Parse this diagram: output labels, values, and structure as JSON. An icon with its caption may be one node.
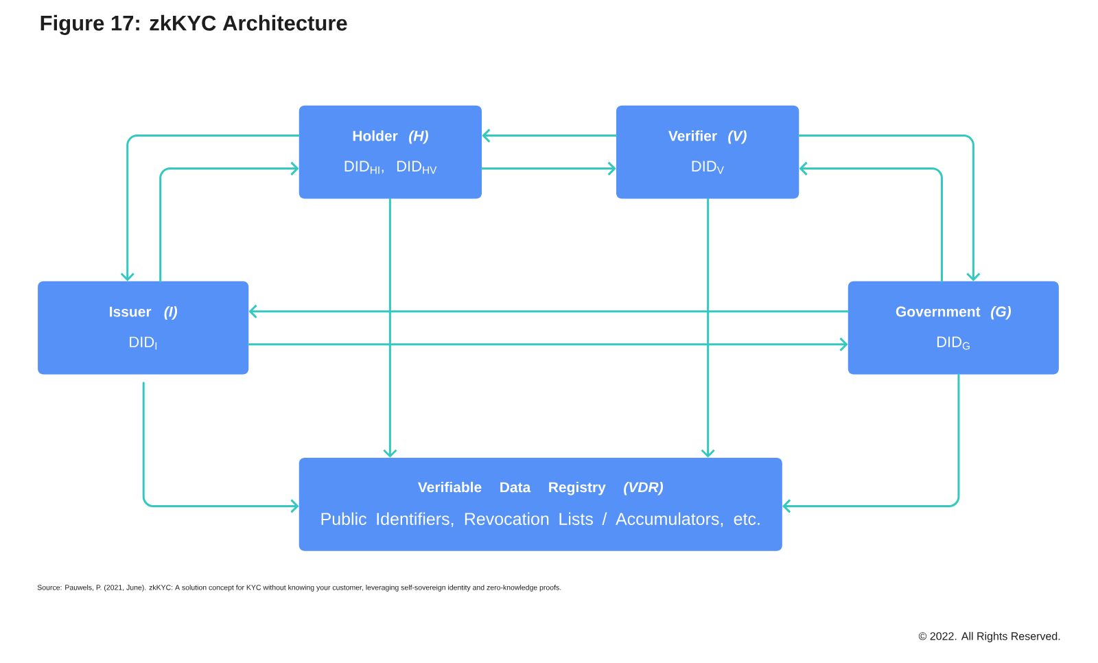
{
  "diagram": {
    "title": "Figure 17: zkKYC Architecture",
    "nodes": [
      {
        "text": [
          "Holder *(H)*",
          "DID$_{HI}$, DID$_{HV}$"
        ]
      },
      {
        "text": [
          "Verifier *(V)*",
          "DID$_{V}$"
        ]
      },
      {
        "text": [
          "Issuer *(I)*",
          "DID$_{I}$"
        ]
      },
      {
        "text": [
          "Government *(G)*",
          "DID$_{G}$"
        ]
      },
      {
        "text": [
          "Verifiable Data Registry *(VDR)*",
          "Public Identifiers, Revocation Lists / Accumulators, etc."
        ]
      }
    ],
    "edges": [
      {
        "from": 1,
        "to": 0,
        "arrow": "to"
      },
      {
        "from": 0,
        "to": 1,
        "arrow": "to"
      },
      {
        "from": 0,
        "to": 2,
        "arrow": "to"
      },
      {
        "from": 2,
        "to": 0,
        "arrow": "to"
      },
      {
        "from": 1,
        "to": 3,
        "arrow": "to"
      },
      {
        "from": 3,
        "to": 1,
        "arrow": "to"
      },
      {
        "from": 3,
        "to": 2,
        "arrow": "to"
      },
      {
        "from": 2,
        "to": 3,
        "arrow": "to"
      },
      {
        "from": 0,
        "to": 4,
        "arrow": "to"
      },
      {
        "from": 1,
        "to": 4,
        "arrow": "to"
      },
      {
        "from": 2,
        "to": 4,
        "arrow": "to"
      },
      {
        "from": 3,
        "to": 4,
        "arrow": "to"
      }
    ],
    "labels": [
      "Source: Pauwels, P. (2021, June). zkKYC: A solution concept for KYC without knowing your customer, leveraging self-sovereign identity and zero-knowledge proofs.",
      "© 2022. All Rights Reserved."
    ]
  }
}
